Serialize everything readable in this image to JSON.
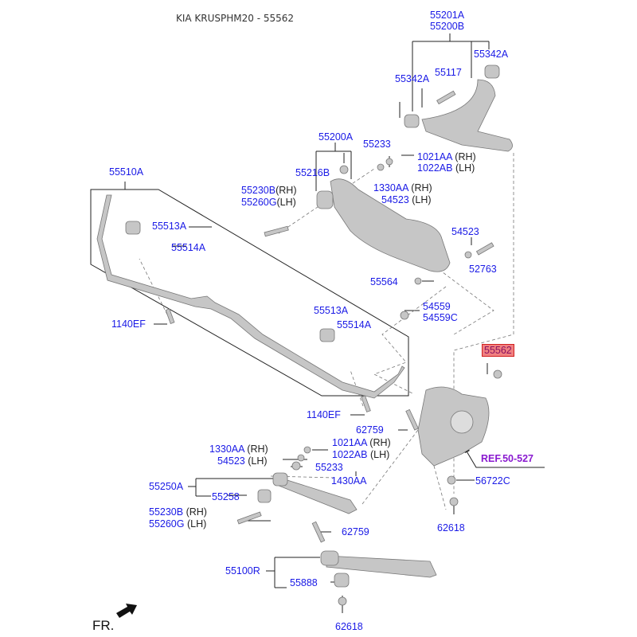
{
  "title": "KIA KRUSPHM20 - 55562",
  "highlight_part": "55562",
  "colors": {
    "label": "#1a1ae6",
    "highlight_bg": "#f08080",
    "highlight_border": "#d02020",
    "ref": "#8a1ad0",
    "part": "#b8b8b8"
  },
  "labels": {
    "p55201A": "55201A",
    "p55200B": "55200B",
    "p55342A_r": "55342A",
    "p55342A_l": "55342A",
    "p55117": "55117",
    "p55200A": "55200A",
    "p55233_top": "55233",
    "p1021AA_top": "1021AA",
    "p1022AB_top": "1022AB",
    "p55216B": "55216B",
    "p55230B_top": "55230B",
    "p55260G_top": "55260G",
    "p1330AA_top": "1330AA",
    "p54523_top": "54523",
    "p55510A": "55510A",
    "p55513A_1": "55513A",
    "p55514A_1": "55514A",
    "p54523_r": "54523",
    "p52763": "52763",
    "p55564": "55564",
    "p54559": "54559",
    "p54559C": "54559C",
    "p1140EF_1": "1140EF",
    "p55513A_2": "55513A",
    "p55514A_2": "55514A",
    "p55562": "55562",
    "p1140EF_2": "1140EF",
    "p62759_1": "62759",
    "p1330AA_bot": "1330AA",
    "p54523_bot": "54523",
    "p1021AA_bot": "1021AA",
    "p1022AB_bot": "1022AB",
    "p55233_bot": "55233",
    "ref": "REF.50-527",
    "p55250A": "55250A",
    "p1430AA": "1430AA",
    "p56722C": "56722C",
    "p55258": "55258",
    "p55230B_bot": "55230B",
    "p55260G_bot": "55260G",
    "p62618_1": "62618",
    "p62759_2": "62759",
    "p55100R": "55100R",
    "p55888": "55888",
    "p62618_2": "62618"
  },
  "sides": {
    "rh": "(RH)",
    "lh": "(LH)"
  },
  "front_label": "FR."
}
